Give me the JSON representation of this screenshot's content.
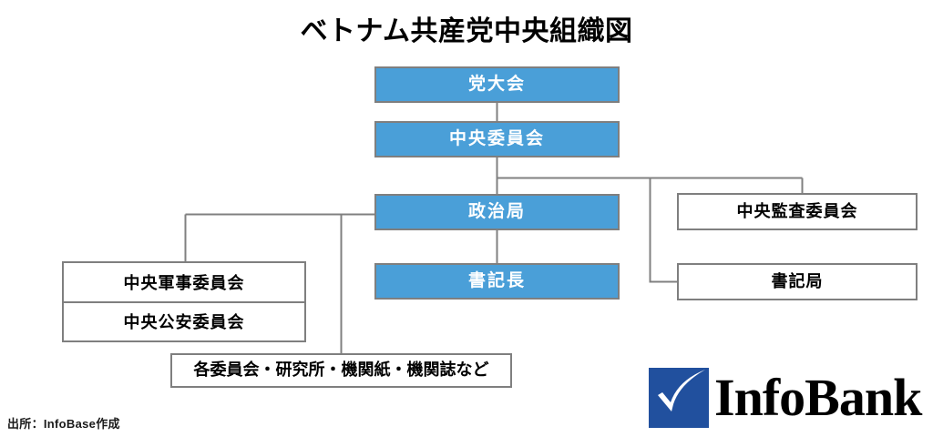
{
  "title": "ベトナム共産党中央組織図",
  "source_note": "出所：InfoBase作成",
  "colors": {
    "node_blue_fill": "#4A9FD8",
    "node_border": "#7F7F7F",
    "node_blue_text": "#FFFFFF",
    "node_white_text": "#000000",
    "connector_line": "#808080",
    "logo_blue": "#21509E",
    "background": "#FFFFFF"
  },
  "logo": {
    "mark": "check-mark",
    "text": "InfoBank"
  },
  "chart_data": {
    "type": "diagram",
    "diagram_kind": "organization-chart",
    "title": "ベトナム共産党中央組織図",
    "nodes": [
      {
        "id": "party_congress",
        "label": "党大会",
        "style": "blue"
      },
      {
        "id": "central_committee",
        "label": "中央委員会",
        "style": "blue"
      },
      {
        "id": "politburo",
        "label": "政治局",
        "style": "blue"
      },
      {
        "id": "general_secretary",
        "label": "書記長",
        "style": "blue"
      },
      {
        "id": "inspection",
        "label": "中央監査委員会",
        "style": "white"
      },
      {
        "id": "secretariat",
        "label": "書記局",
        "style": "white"
      },
      {
        "id": "military",
        "label": "中央軍事委員会",
        "style": "white"
      },
      {
        "id": "public_security",
        "label": "中央公安委員会",
        "style": "white"
      },
      {
        "id": "committees_etc",
        "label": "各委員会・研究所・機関紙・機関誌など",
        "style": "white"
      }
    ],
    "edges": [
      {
        "from": "party_congress",
        "to": "central_committee"
      },
      {
        "from": "central_committee",
        "to": "politburo"
      },
      {
        "from": "central_committee",
        "to": "inspection"
      },
      {
        "from": "central_committee",
        "to": "secretariat"
      },
      {
        "from": "politburo",
        "to": "general_secretary"
      },
      {
        "from": "politburo",
        "to": "military"
      },
      {
        "from": "politburo",
        "to": "public_security"
      },
      {
        "from": "politburo",
        "to": "committees_etc"
      }
    ]
  }
}
